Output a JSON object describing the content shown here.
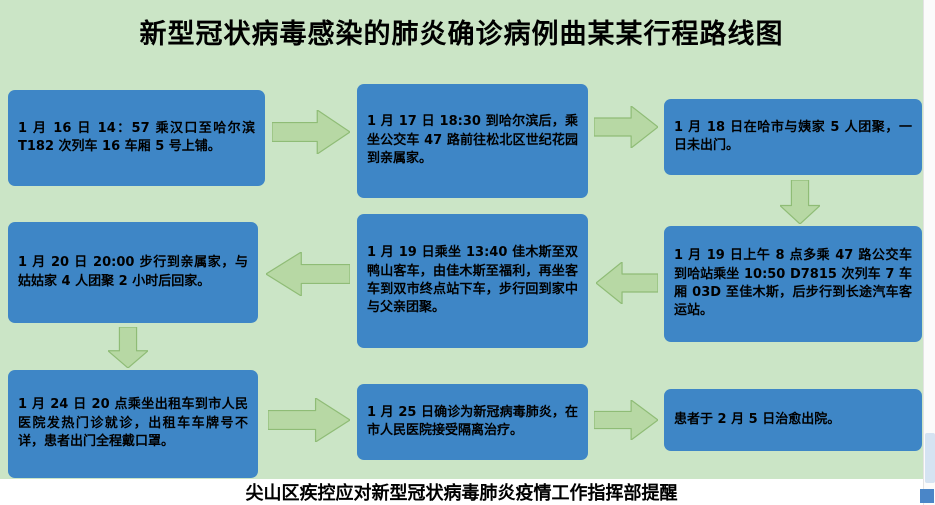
{
  "title": "新型冠状病毒感染的肺炎确诊病例曲某某行程路线图",
  "footer": "尖山区疾控应对新型冠状病毒肺炎疫情工作指挥部提醒",
  "boxes": [
    {
      "id": 1,
      "text": "1 月 16 日 14：57 乘汉口至哈尔滨 T182 次列车 16 车厢 5 号上铺。"
    },
    {
      "id": 2,
      "text": "1 月 17 日 18:30 到哈尔滨后，乘坐公交车 47 路前往松北区世纪花园到亲属家。"
    },
    {
      "id": 3,
      "text": "1 月 18 日在哈市与姨家 5 人团聚，一日未出门。"
    },
    {
      "id": 4,
      "text": "1 月 19 日上午 8 点多乘 47 路公交车到哈站乘坐 10:50 D7815 次列车 7 车厢 03D 至佳木斯，后步行到长途汽车客运站。"
    },
    {
      "id": 5,
      "text": "1 月 19 日乘坐 13:40 佳木斯至双鸭山客车，由佳木斯至福利，再坐客车到双市终点站下车，步行回到家中与父亲团聚。"
    },
    {
      "id": 6,
      "text": "1 月 20 日 20:00 步行到亲属家，与姑姑家 4 人团聚 2 小时后回家。"
    },
    {
      "id": 7,
      "text": "1 月 24 日 20 点乘坐出租车到市人民医院发热门诊就诊，出租车车牌号不详，患者出门全程戴口罩。"
    },
    {
      "id": 8,
      "text": "1 月 25 日确诊为新冠病毒肺炎，在市人民医院接受隔离治疗。"
    },
    {
      "id": 9,
      "text": "患者于 2 月 5 日治愈出院。"
    }
  ],
  "arrows": [
    {
      "from": 1,
      "to": 2,
      "direction": "right"
    },
    {
      "from": 2,
      "to": 3,
      "direction": "right"
    },
    {
      "from": 3,
      "to": 4,
      "direction": "down"
    },
    {
      "from": 4,
      "to": 5,
      "direction": "left"
    },
    {
      "from": 5,
      "to": 6,
      "direction": "left"
    },
    {
      "from": 6,
      "to": 7,
      "direction": "down"
    },
    {
      "from": 7,
      "to": 8,
      "direction": "right"
    },
    {
      "from": 8,
      "to": 9,
      "direction": "right"
    }
  ],
  "colors": {
    "background": "#cbe5c6",
    "box_fill": "#3e86c6",
    "box_text": "#000000",
    "arrow_fill": "#b7d8a4",
    "arrow_border": "#8fbc76",
    "footer_bg": "#ffffff",
    "scroll_corner": "#4a86c8"
  }
}
